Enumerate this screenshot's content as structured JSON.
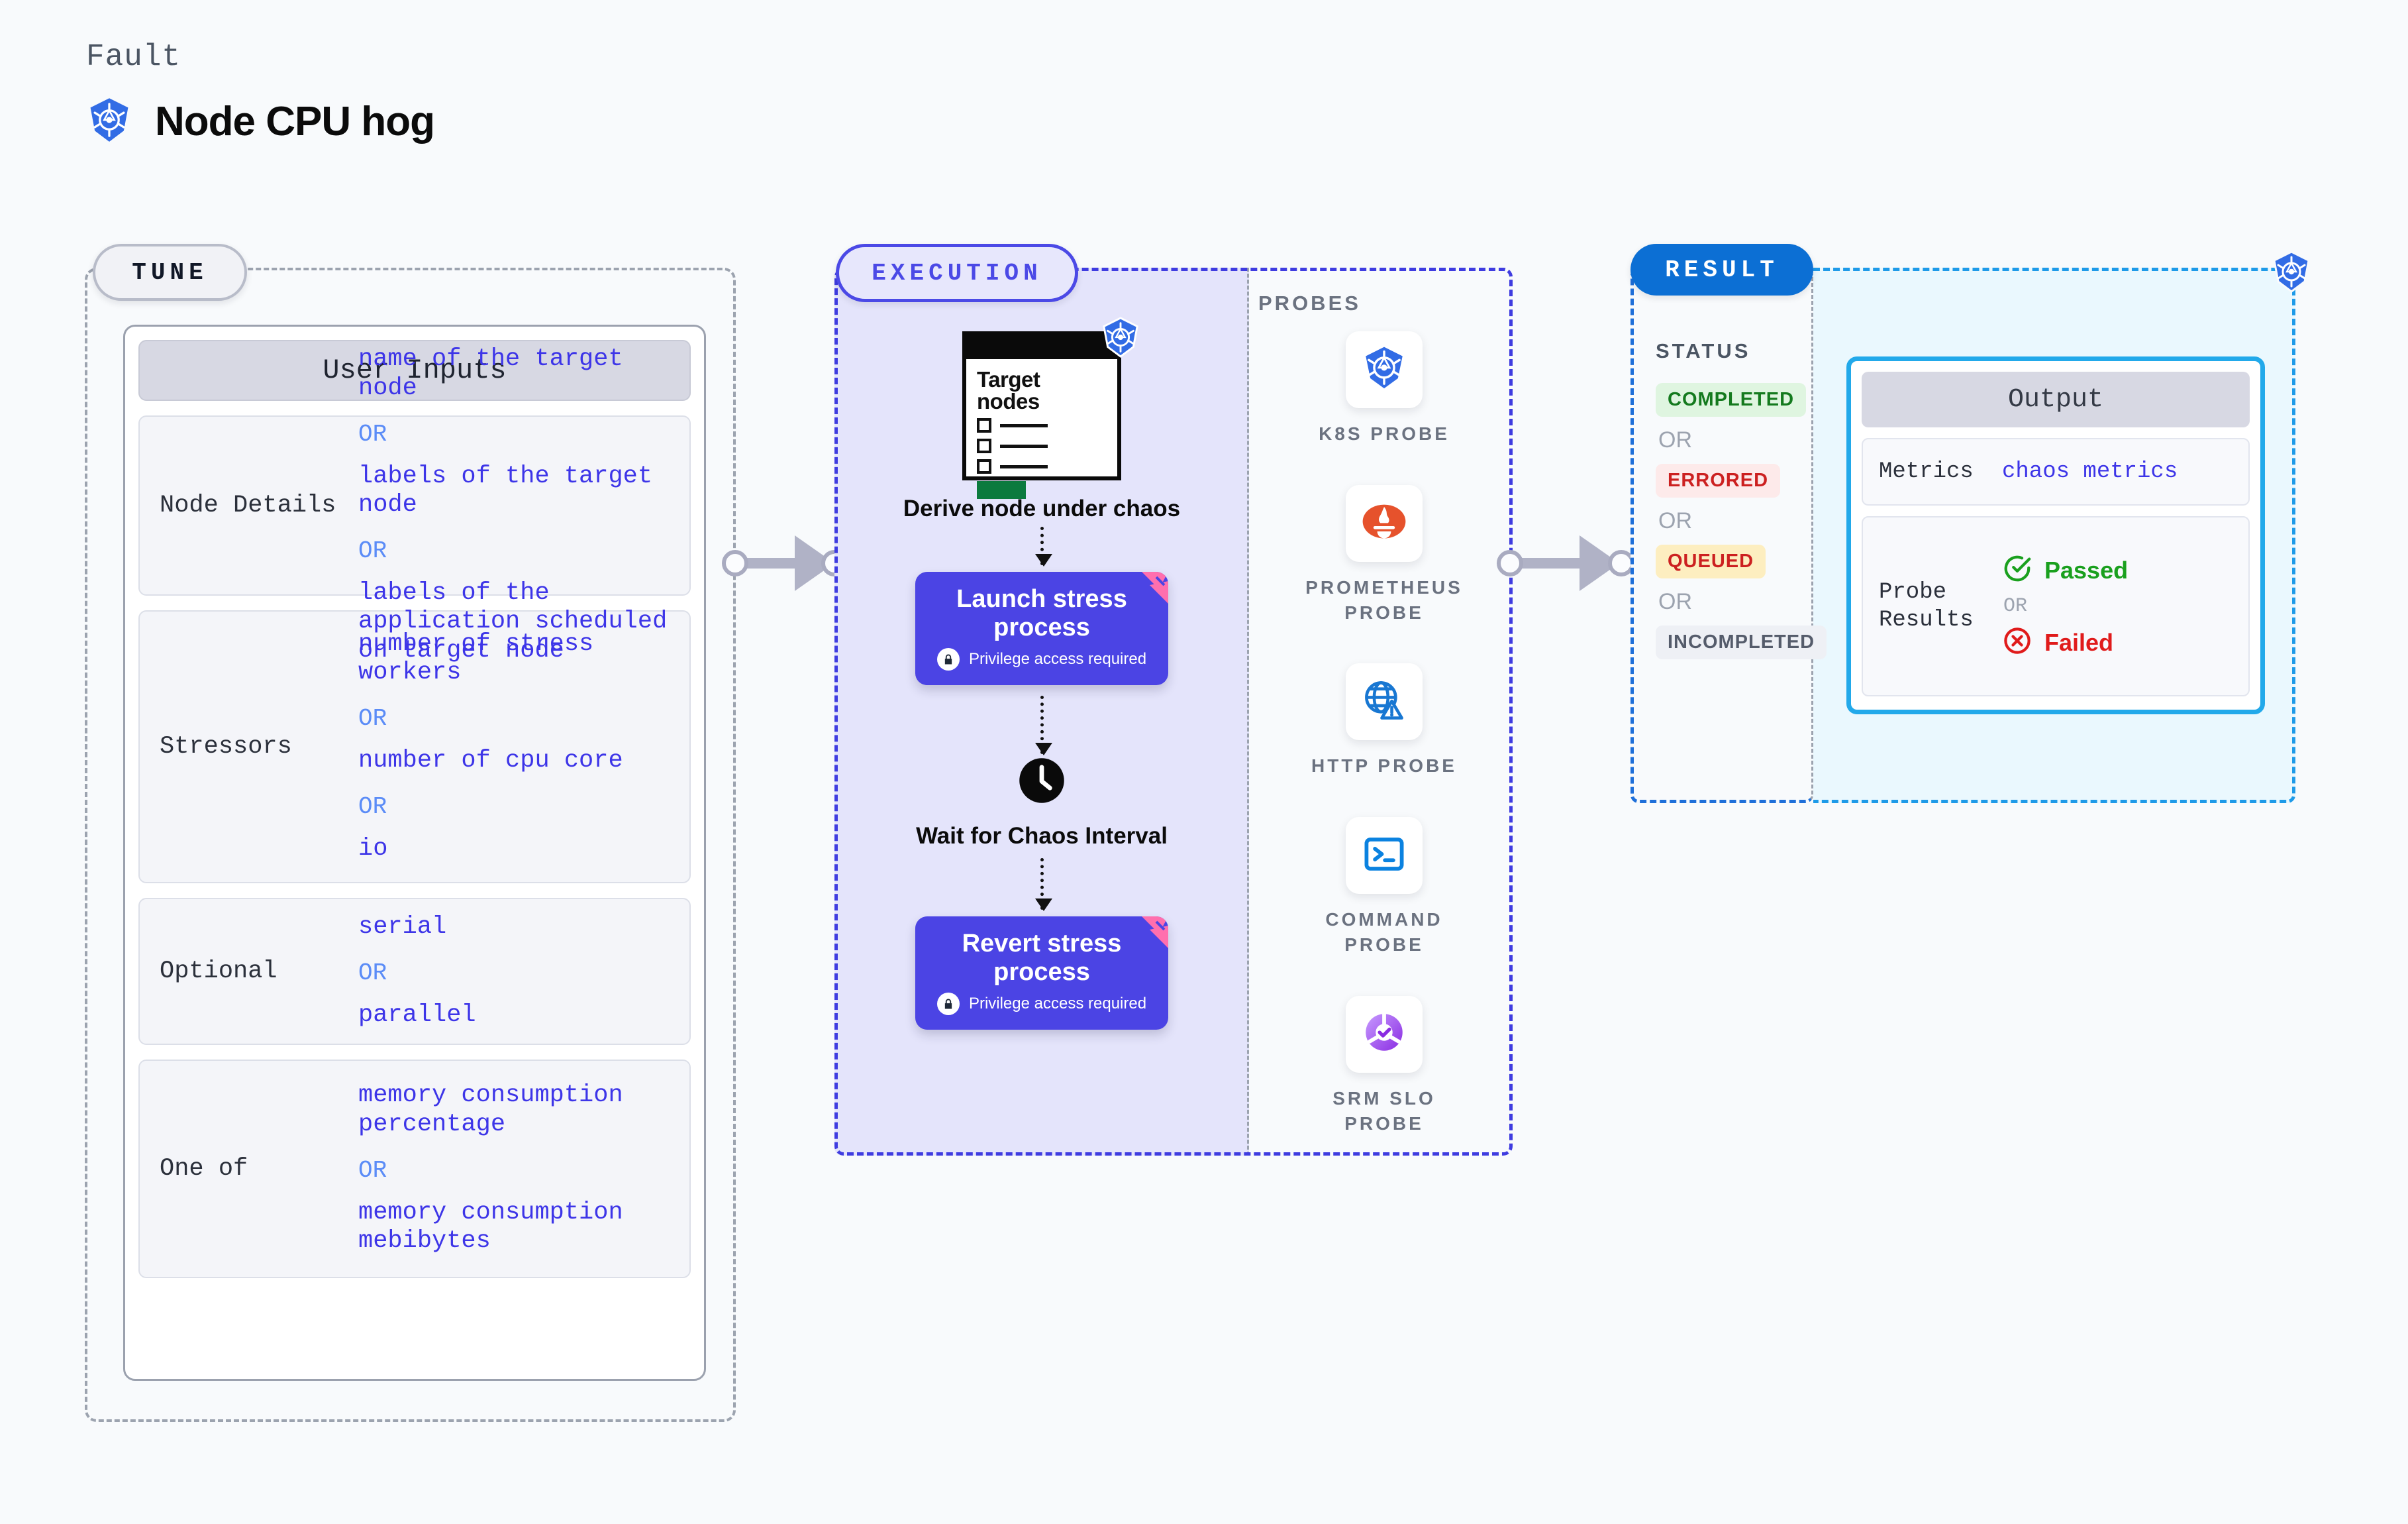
{
  "header": {
    "eyebrow": "Fault",
    "title": "Node CPU hog",
    "icon": "kubernetes-icon"
  },
  "colors": {
    "accent_purple": "#4b44e4",
    "accent_blue": "#0c6fd4",
    "accent_cyan": "#22a9ea",
    "value_text": "#3d35e8",
    "or_text": "#5b8cf7",
    "page_bg": "#f8fafc"
  },
  "tune": {
    "pill_label": "TUNE",
    "card_title": "User Inputs",
    "rows": [
      {
        "label": "Node Details",
        "values": [
          "name of the target node",
          "labels of the target node",
          "labels of the application scheduled on target node"
        ],
        "separator": "OR"
      },
      {
        "label": "Stressors",
        "values": [
          "number of stress workers",
          "number of cpu core",
          "io"
        ],
        "separator": "OR"
      },
      {
        "label": "Optional",
        "values": [
          "serial",
          "parallel"
        ],
        "separator": "OR"
      },
      {
        "label": "One of",
        "values": [
          "memory consumption percentage",
          "memory consumption mebibytes"
        ],
        "separator": "OR"
      }
    ]
  },
  "execution": {
    "pill_label": "EXECUTION",
    "target_card": {
      "title": "Target nodes",
      "checkbox_count": 3,
      "button_color": "#0b7a3e",
      "badge_icon": "kubernetes-icon"
    },
    "steps": [
      {
        "label": "Derive node under chaos",
        "type": "image-node"
      },
      {
        "label": "Launch stress process",
        "sublabel": "Privilege access required",
        "type": "process-card",
        "lock_icon": "lock-icon"
      },
      {
        "label": "Wait for Chaos Interval",
        "type": "clock-node",
        "icon": "clock-icon"
      },
      {
        "label": "Revert stress process",
        "sublabel": "Privilege access required",
        "type": "process-card",
        "lock_icon": "lock-icon"
      }
    ]
  },
  "probes": {
    "title": "PROBES",
    "items": [
      {
        "label": "K8S PROBE",
        "icon": "kubernetes-icon"
      },
      {
        "label": "PROMETHEUS PROBE",
        "icon": "prometheus-icon"
      },
      {
        "label": "HTTP PROBE",
        "icon": "globe-warning-icon"
      },
      {
        "label": "COMMAND PROBE",
        "icon": "terminal-icon"
      },
      {
        "label": "SRM SLO PROBE",
        "icon": "slo-gauge-icon"
      }
    ]
  },
  "result": {
    "pill_label": "RESULT",
    "status_title": "STATUS",
    "separator": "OR",
    "statuses": [
      {
        "label": "COMPLETED",
        "bg": "#dff5e0",
        "fg": "#147a1e"
      },
      {
        "label": "ERRORED",
        "bg": "#fdeaea",
        "fg": "#cc2020"
      },
      {
        "label": "QUEUED",
        "bg": "#fdeec0",
        "fg": "#cc2020"
      },
      {
        "label": "INCOMPLETED",
        "bg": "#eef0f5",
        "fg": "#555c6b"
      }
    ],
    "badge_icon": "kubernetes-icon",
    "output": {
      "title": "Output",
      "metrics_label": "Metrics",
      "metrics_value": "chaos metrics",
      "probe_results_label": "Probe Results",
      "separator": "OR",
      "passed": {
        "label": "Passed",
        "icon": "check-circle-icon",
        "color": "#1aa01e"
      },
      "failed": {
        "label": "Failed",
        "icon": "x-circle-icon",
        "color": "#e01b1b"
      }
    }
  }
}
